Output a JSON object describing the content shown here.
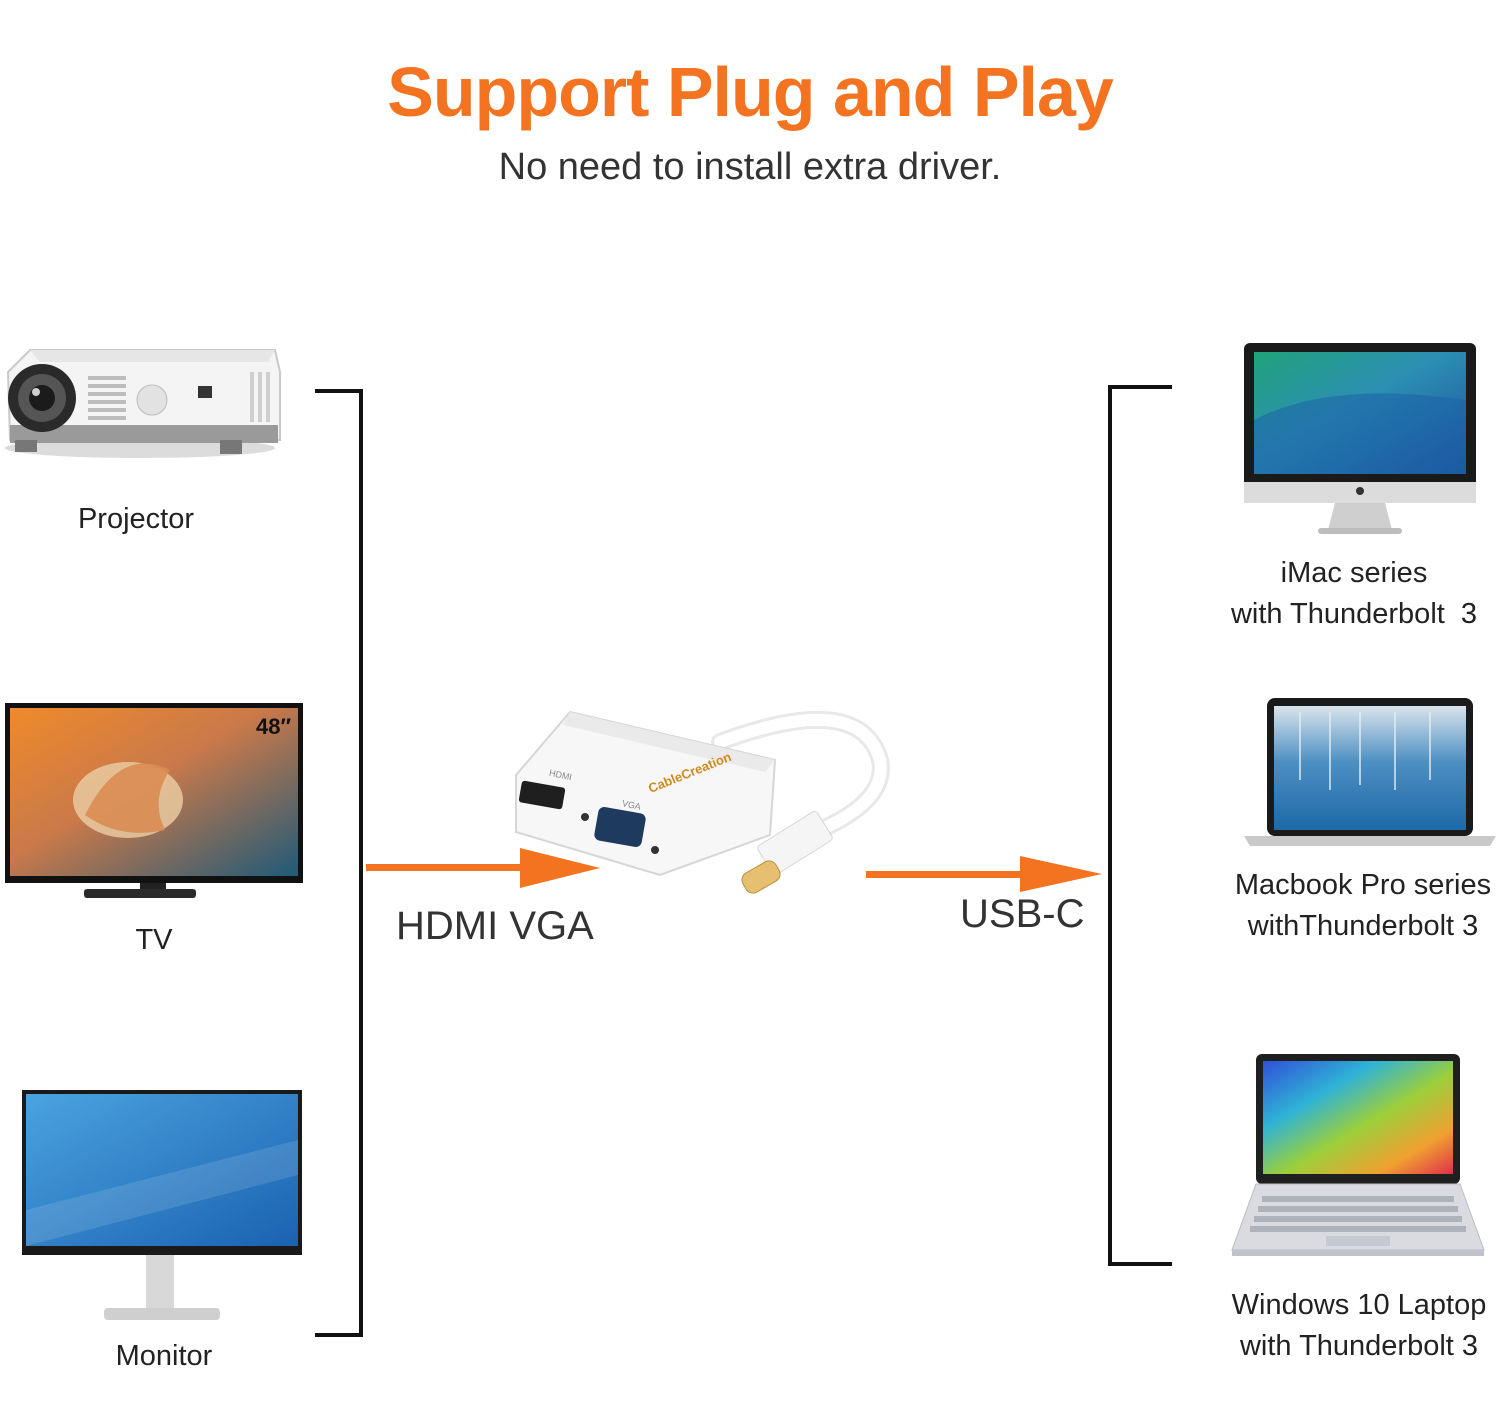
{
  "header": {
    "title": "Support Plug and Play",
    "subtitle": "No need to install extra driver."
  },
  "colors": {
    "accent": "#f47320",
    "line": "#111111",
    "device_white": "#f2f2f2",
    "screen_blue": "#2f7fc4"
  },
  "outputs": {
    "projector": "Projector",
    "tv": "TV",
    "tv_badge": "48″",
    "monitor": "Monitor"
  },
  "inputs": {
    "imac_line1": "iMac series",
    "imac_line2": "with Thunderbolt  3",
    "macbook_line1": "Macbook Pro series",
    "macbook_line2": "withThunderbolt 3",
    "laptop_line1": "Windows 10 Laptop",
    "laptop_line2": "with Thunderbolt 3"
  },
  "adapter": {
    "output_ports": "HDMI VGA",
    "input_port": "USB-C",
    "brand": "CableCreation",
    "hdmi_mark": "HDMI",
    "vga_mark": "VGA"
  }
}
